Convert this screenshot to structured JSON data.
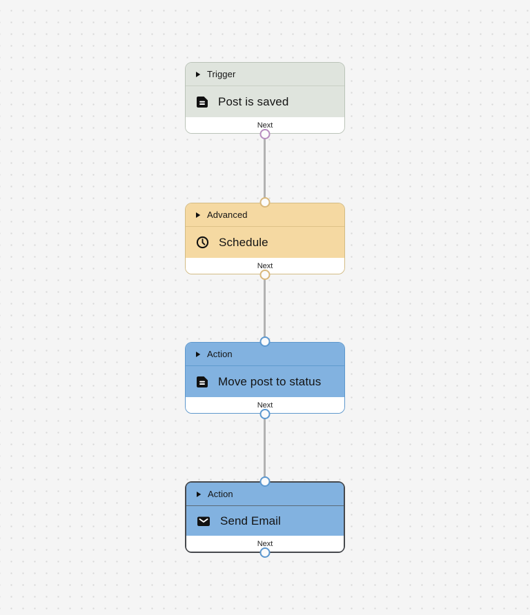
{
  "canvas": {
    "background": "#f5f5f5",
    "dot_color": "#d8d8d8",
    "edge_color": "#b2b2b2"
  },
  "nodes": [
    {
      "id": "trigger-post-is-saved",
      "category": "Trigger",
      "label": "Post is saved",
      "icon": "document-icon",
      "footer_label": "Next",
      "selected": false,
      "has_input_handle": false,
      "colors": {
        "fill": "#dfe4dd",
        "border": "#bac3b8",
        "divider": "#c8cfc5",
        "handle": "#b68cbf"
      }
    },
    {
      "id": "advanced-schedule",
      "category": "Advanced",
      "label": "Schedule",
      "icon": "clock-icon",
      "footer_label": "Next",
      "selected": false,
      "has_input_handle": true,
      "colors": {
        "fill": "#f5d9a2",
        "border": "#d2bb84",
        "divider": "#ddc187",
        "handle": "#d8b77a"
      }
    },
    {
      "id": "action-move-post-to-status",
      "category": "Action",
      "label": "Move post to status",
      "icon": "document-icon",
      "footer_label": "Next",
      "selected": false,
      "has_input_handle": true,
      "colors": {
        "fill": "#82b2e0",
        "border": "#5d97cc",
        "divider": "#5f9ace",
        "handle": "#5b97cf"
      }
    },
    {
      "id": "action-send-email",
      "category": "Action",
      "label": "Send Email",
      "icon": "mail-icon",
      "footer_label": "Next",
      "selected": true,
      "has_input_handle": true,
      "colors": {
        "fill": "#82b2e0",
        "border": "#45484c",
        "divider": "#5c6a76",
        "handle": "#5b97cf"
      }
    }
  ]
}
